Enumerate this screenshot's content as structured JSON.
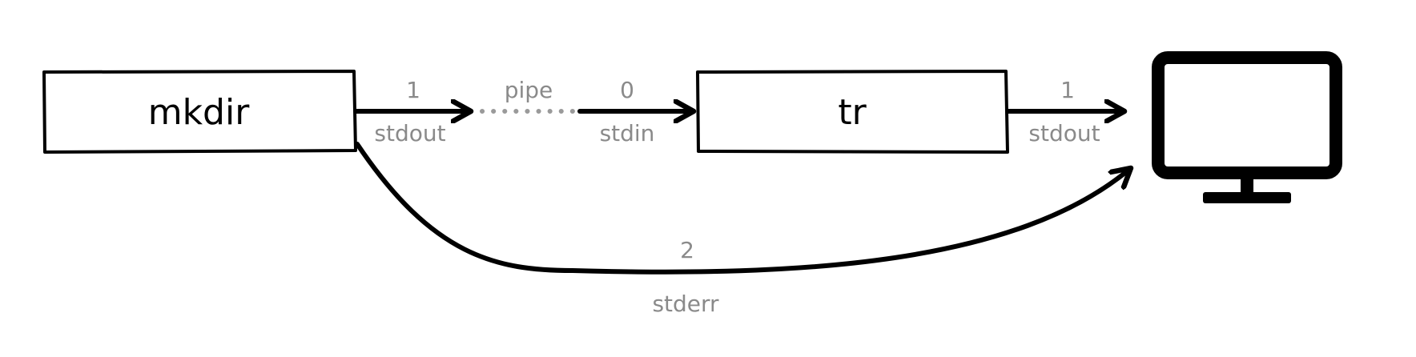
{
  "nodes": {
    "mkdir": "mkdir",
    "tr": "tr"
  },
  "edges": {
    "mkdir_stdout": {
      "fd": "1",
      "name": "stdout"
    },
    "pipe": "pipe",
    "tr_stdin": {
      "fd": "0",
      "name": "stdin"
    },
    "tr_stdout": {
      "fd": "1",
      "name": "stdout"
    },
    "stderr": {
      "fd": "2",
      "name": "stderr"
    }
  },
  "icons": {
    "terminal": "monitor-icon"
  },
  "colors": {
    "stroke": "#000000",
    "label": "#8a8a8a",
    "pipe_dots": "#9a9a9a"
  }
}
